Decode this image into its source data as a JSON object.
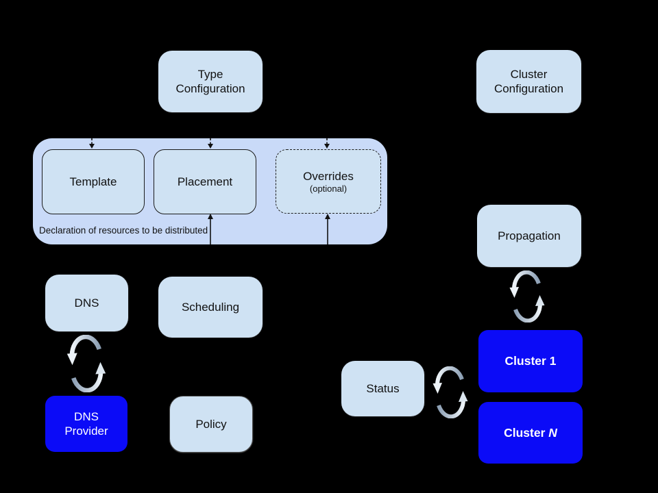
{
  "nodes": {
    "type_configuration": "Type\nConfiguration",
    "cluster_configuration": "Cluster\nConfiguration",
    "template": "Template",
    "placement": "Placement",
    "overrides": {
      "title": "Overrides",
      "subtitle": "(optional)"
    },
    "panel_caption": "Declaration of resources to be distributed",
    "dns": "DNS",
    "scheduling": "Scheduling",
    "status": "Status",
    "policy": "Policy",
    "dns_provider": "DNS\nProvider",
    "propagation": "Propagation",
    "cluster_1": "Cluster 1",
    "cluster_n": {
      "prefix": "Cluster ",
      "suffix": "N"
    }
  },
  "icons": {
    "sync": "two curved arrows forming a refresh/sync cycle",
    "arrow_down": "dashed arrow pointing down",
    "arrow_up": "solid arrow pointing up"
  },
  "colors": {
    "bg": "#000000",
    "panel": "#c9daf8",
    "node_light": "#cfe2f3",
    "node_blue": "#0b0bf7",
    "ink": "#111111",
    "text_light": "#ffffff",
    "sync_dark": "#8da0b5",
    "sync_light": "#eef4f9"
  }
}
